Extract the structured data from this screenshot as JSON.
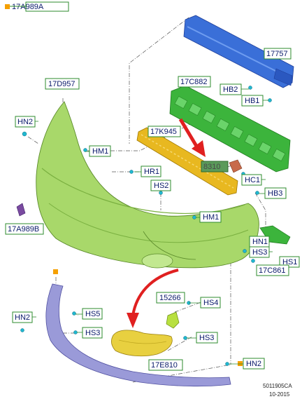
{
  "labels": {
    "top_marker": "17A989A",
    "reinforcement_beam": "17757",
    "hb2": "HB2",
    "hb1": "HB1",
    "bumper_cover": "17D957",
    "energy_absorber": "17C882",
    "hn2_left": "HN2",
    "absorber_lower": "17K945",
    "hm1_left": "HM1",
    "hr1": "HR1",
    "part_number_8310": "8310",
    "hc1": "HC1",
    "hs2": "HS2",
    "hb3": "HB3",
    "side_bracket_left": "17A989B",
    "hm1_right": "HM1",
    "hn1": "HN1",
    "hs3_right": "HS3",
    "hs1": "HS1",
    "bracket_right": "17C861",
    "grille_bracket": "15266",
    "hs4": "HS4",
    "hn2_lower_left": "HN2",
    "hs5": "HS5",
    "hs3_left": "HS3",
    "hs3_lower": "HS3",
    "lower_deflector": "17E810",
    "hn2_lower_right": "HN2"
  },
  "footer": {
    "diagram_id": "5011905CA",
    "date": "10-2015"
  },
  "colors": {
    "label_border_green": "#2e8b2e",
    "label_text": "#0a1a6b",
    "marker_orange": "#f5a000",
    "beam_blue": "#3a6fd8",
    "absorber_green": "#3cb43c",
    "cover_green": "#a8d86a",
    "absorber_yellow": "#e8b820",
    "lower_lip_purple": "#9a9ad8",
    "arrow_red": "#e02020",
    "fastener_cyan": "#20b8d0"
  }
}
